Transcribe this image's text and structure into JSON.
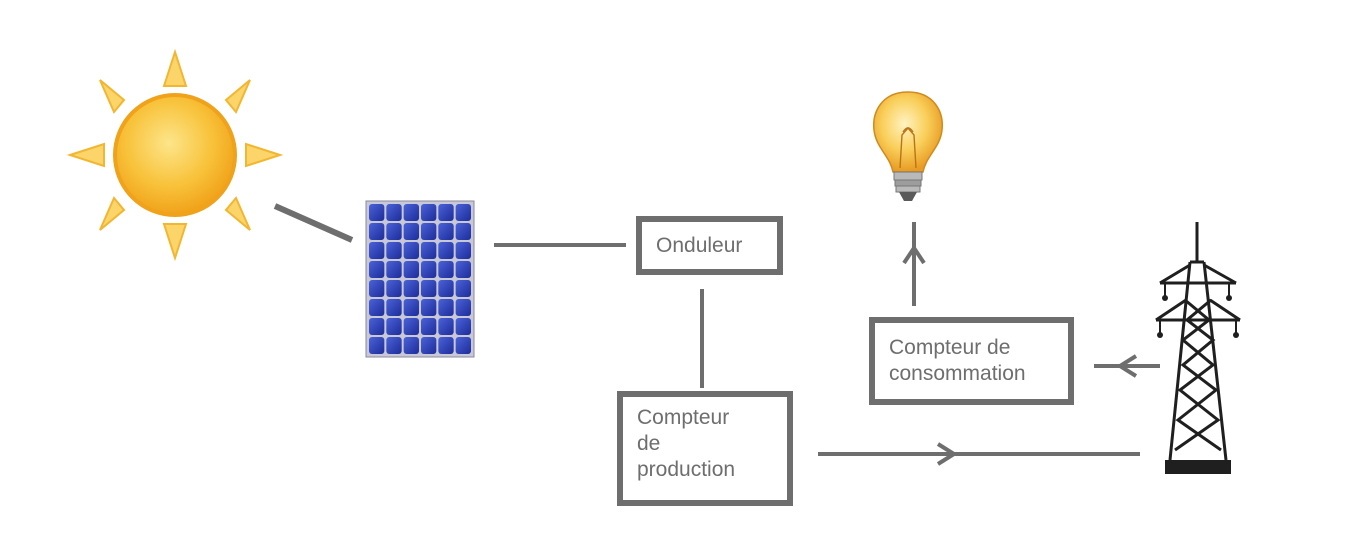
{
  "colors": {
    "line": "#6e6e6e",
    "panel_cell": "#2a3fb5",
    "panel_frame": "#c8c8d6",
    "sun_core": "#f7b21d",
    "sun_ray": "#fbc94a",
    "bulb_glass": "#f6c34a",
    "pylon": "#1f1f1f"
  },
  "icons": [
    "sun-icon",
    "solar-panel-icon",
    "light-bulb-icon",
    "power-pylon-icon"
  ],
  "boxes": {
    "onduleur": {
      "lines": [
        "Onduleur"
      ]
    },
    "production": {
      "lines": [
        "Compteur",
        "de",
        "production"
      ]
    },
    "consommation": {
      "lines": [
        "Compteur de",
        "consommation"
      ]
    }
  }
}
